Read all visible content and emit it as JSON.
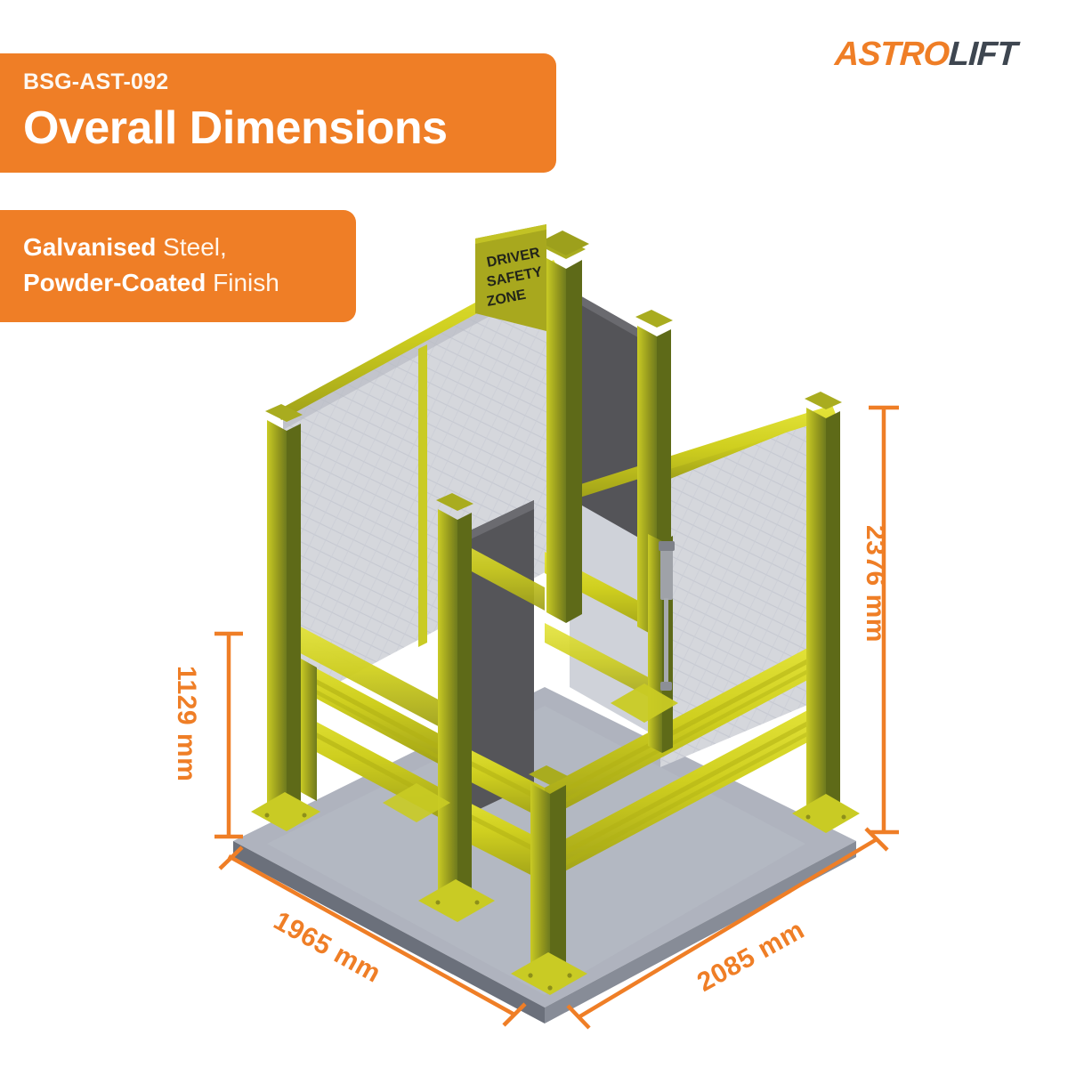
{
  "brand": {
    "logo_primary": "ASTRO",
    "logo_secondary": "LIFT",
    "orange": "#EF7E26",
    "dark": "#3E4650"
  },
  "header": {
    "product_code": "BSG-AST-092",
    "title": "Overall Dimensions"
  },
  "material": {
    "line1_bold": "Galvanised",
    "line1_rest": " Steel,",
    "line2_bold": "Powder-Coated",
    "line2_rest": " Finish"
  },
  "dimensions": {
    "height": "2376 mm",
    "rail_height": "1129 mm",
    "width": "1965 mm",
    "depth": "2085 mm"
  },
  "product": {
    "sign_line1": "DRIVER",
    "sign_line2": "SAFETY",
    "sign_line3": "ZONE",
    "colors": {
      "post_yellow": "#D8D822",
      "post_shade": "#8C8F1C",
      "post_dark": "#6E7A1E",
      "mesh_panel": "#D5D7DC",
      "solid_panel": "#545458",
      "base_top": "#AFB3BE",
      "base_side": "#5B606B"
    }
  }
}
